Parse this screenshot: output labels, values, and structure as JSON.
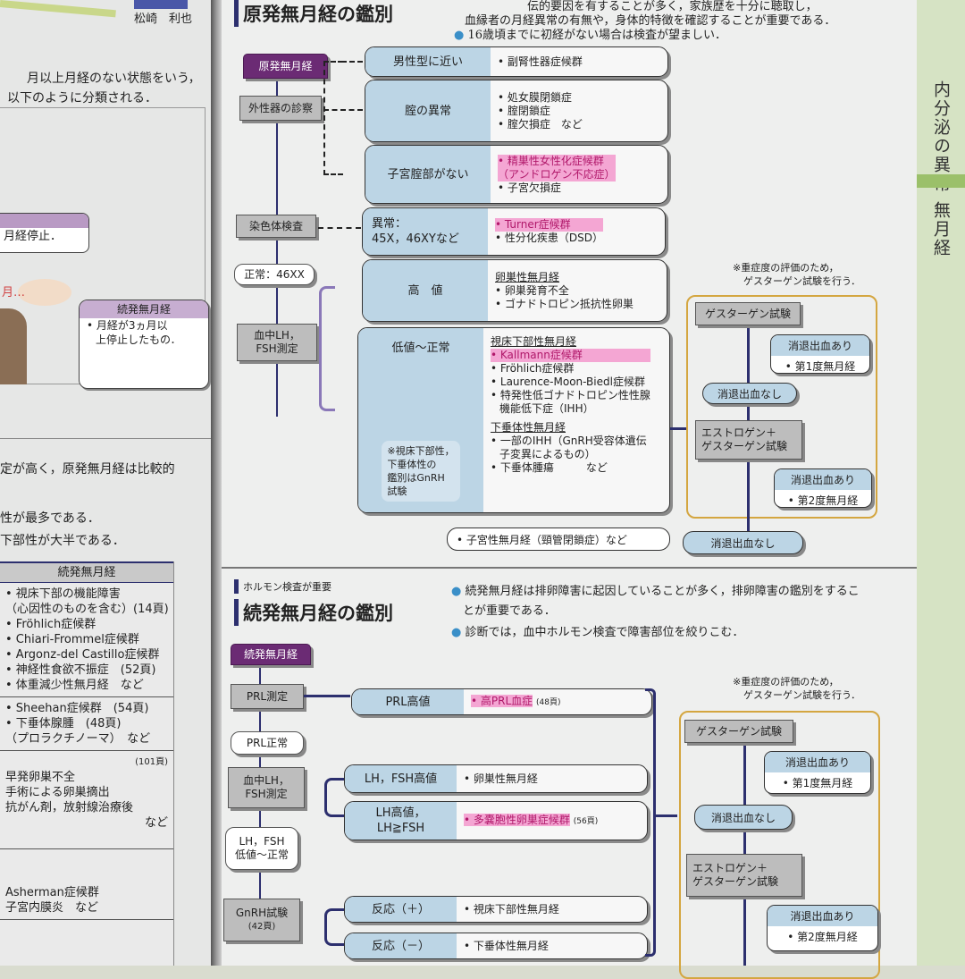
{
  "left_page": {
    "author": "松崎　利也",
    "intro": [
      "月以上月経のない状態をいう，",
      "以下のように分類される．"
    ],
    "card_top": "月経停止．",
    "card_secondary": {
      "title": "続発無月経",
      "text": [
        "• 月経が3ヵ月以",
        "上停止したもの．"
      ]
    },
    "illustration_text": "月…",
    "body": [
      "定が高く，原発無月経は比較的",
      "性が最多である．",
      "下部性が大半である．"
    ],
    "table": {
      "header": "続発無月経",
      "rows": [
        [
          "• 視床下部の機能障害",
          "（心因性のものを含む）(14頁)",
          "• Fröhlich症候群",
          "• Chiari-Frommel症候群",
          "• Argonz-del Castillo症候群",
          "• 神経性食欲不振症　(52頁)",
          "• 体重減少性無月経　など"
        ],
        [
          "• Sheehan症候群　(54頁)",
          "• 下垂体腺腫　(48頁)",
          "（プロラクチノーマ）　など"
        ],
        [
          "(101頁)",
          "早発卵巣不全",
          "手術による卵巣摘出",
          "抗がん剤，放射線治療後",
          "など"
        ],
        [
          "Asherman症候群",
          "子宮内膜炎　など"
        ]
      ]
    }
  },
  "side_tab": {
    "chapter": "内分泌の異常",
    "section": "無月経"
  },
  "primary": {
    "title": "原発無月経の鑑別",
    "intro": [
      "伝的要因を有することが多く，家族歴を十分に聴取し，",
      "血縁者の月経異常の有無や，身体的特徴を確認することが重要である．",
      "16歳頃までに初経がない場合は検査が望ましい．"
    ],
    "nodes": {
      "start": "原発無月経",
      "exam": "外性器の診察",
      "chromosome": "染色体検査",
      "normal": "正常：46XX",
      "lhfsh": [
        "血中LH，",
        "FSH測定"
      ]
    },
    "boxes": [
      {
        "label": "男性型に近い",
        "items": [
          "• 副腎性器症候群"
        ]
      },
      {
        "label": "腟の異常",
        "items": [
          "• 処女膜閉鎖症",
          "• 腟閉鎖症",
          "• 腟欠損症　など"
        ]
      },
      {
        "label": "子宮腟部がない",
        "items": [
          "• 精巣性女性化症候群",
          "（アンドロゲン不応症）",
          "• 子宮欠損症"
        ]
      },
      {
        "label": [
          "異常：",
          "45X，46XYなど"
        ],
        "items": [
          "• Turner症候群",
          "• 性分化疾患（DSD）"
        ]
      },
      {
        "label": "高　値",
        "heading": "卵巣性無月経",
        "items": [
          "• 卵巣発育不全",
          "• ゴナドトロピン抵抗性卵巣"
        ]
      },
      {
        "label": "低値～正常",
        "note": [
          "※視床下部性，",
          "下垂体性の",
          "鑑別はGnRH",
          "試験"
        ],
        "heading": "視床下部性無月経",
        "items": [
          "• Kallmann症候群",
          "• Fröhlich症候群",
          "• Laurence-Moon-Biedl症候群",
          "• 特発性低ゴナドトロピン性性腺",
          "機能低下症（IHH）"
        ],
        "heading2": "下垂体性無月経",
        "items2": [
          "• 一部のIHH（GnRH受容体遺伝",
          "子変異によるもの）",
          "• 下垂体腫瘍　　　など"
        ]
      }
    ],
    "uterine": "• 子宮性無月経（頸管閉鎖症）など",
    "final_no_bleed": "消退出血なし",
    "gestagen": {
      "note": [
        "※重症度の評価のため，",
        "ゲスターゲン試験を行う．"
      ],
      "test1": "ゲスターゲン試験",
      "bleed_yes1": "消退出血あり",
      "grade1": "• 第1度無月経",
      "bleed_no": "消退出血なし",
      "test2": [
        "エストロゲン＋",
        "ゲスターゲン試験"
      ],
      "bleed_yes2": "消退出血あり",
      "grade2": "• 第2度無月経"
    }
  },
  "secondary": {
    "subtitle": "ホルモン検査が重要",
    "title": "続発無月経の鑑別",
    "intro": [
      "続発無月経は排卵障害に起因していることが多く，排卵障害の鑑別をするこ",
      "とが重要である．",
      "診断では，血中ホルモン検査で障害部位を絞りこむ．"
    ],
    "nodes": {
      "start": "続発無月経",
      "prl": "PRL測定",
      "prl_normal": "PRL正常",
      "lhfsh": [
        "血中LH，",
        "FSH測定"
      ],
      "low": [
        "LH，FSH",
        "低値～正常"
      ],
      "gnrh": [
        "GnRH試験",
        "(42頁)"
      ]
    },
    "boxes": [
      {
        "label": "PRL高値",
        "item": "• 高PRL血症",
        "ref": "(48頁)"
      },
      {
        "label": "LH，FSH高値",
        "item": "• 卵巣性無月経"
      },
      {
        "label": [
          "LH高値，",
          "LH≧FSH"
        ],
        "item": "• 多嚢胞性卵巣症候群",
        "ref": "(56頁)"
      },
      {
        "label": "反応（＋）",
        "item": "• 視床下部性無月経"
      },
      {
        "label": "反応（－）",
        "item": "• 下垂体性無月経"
      }
    ],
    "gestagen": {
      "note": [
        "※重症度の評価のため，",
        "ゲスターゲン試験を行う．"
      ],
      "test1": "ゲスターゲン試験",
      "bleed_yes1": "消退出血あり",
      "grade1": "• 第1度無月経",
      "bleed_no": "消退出血なし",
      "test2": [
        "エストロゲン＋",
        "ゲスターゲン試験"
      ],
      "bleed_yes2": "消退出血あり",
      "grade2": "• 第2度無月経"
    }
  },
  "colors": {
    "accent_purple": "#6b2b74",
    "box_blue": "#bcd5e5",
    "highlight_pink": "#f4a6d3",
    "frame_orange": "#d4a640",
    "side_tab_green": "#d6e3c4",
    "arrow_navy": "#2c2f6e"
  }
}
